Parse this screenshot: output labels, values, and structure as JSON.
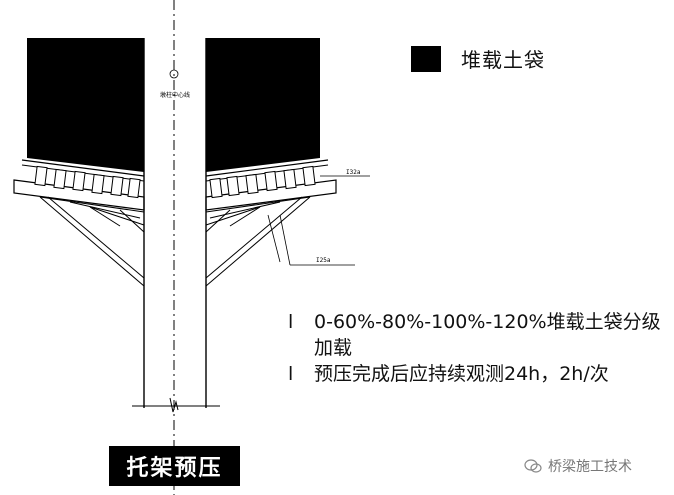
{
  "legend": {
    "label": "堆载土袋",
    "swatch_color": "#000000"
  },
  "notes": [
    {
      "bullet": "l",
      "text": "0-60%-80%-100%-120%堆载土袋分级加载"
    },
    {
      "bullet": "l",
      "text": "预压完成后应持续观测24h，2h/次"
    }
  ],
  "caption": "托架预压",
  "brand": {
    "text": "桥梁施工技术",
    "icon": "wechat-icon"
  },
  "drawing": {
    "pier_label": "墩柱中心线",
    "beam_label_right": "I32a",
    "strut_label": "I25a"
  }
}
